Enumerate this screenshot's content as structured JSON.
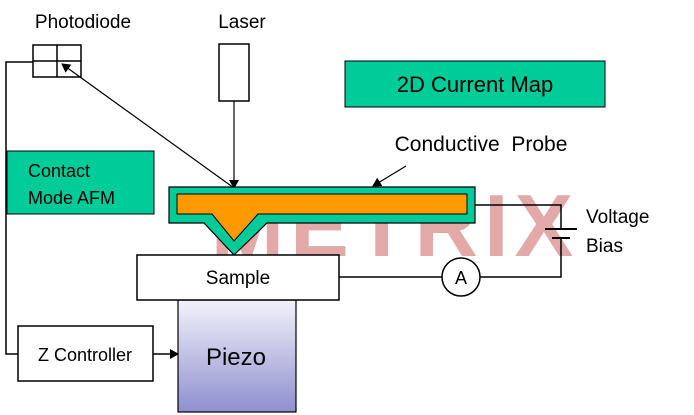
{
  "labels": {
    "photodiode": "Photodiode",
    "laser": "Laser",
    "current_map": "2D Current Map",
    "conductive_probe": "Conductive  Probe",
    "contact_mode_line1": "Contact",
    "contact_mode_line2": "Mode AFM",
    "voltage": "Voltage",
    "bias": "Bias",
    "sample": "Sample",
    "ammeter": "A",
    "z_controller": "Z Controller",
    "piezo": "Piezo"
  },
  "watermark": {
    "text": "METRIX",
    "color": "#d98c8c"
  },
  "colors": {
    "label_box_fill": "#00cc99",
    "probe_fill": "#ff9900",
    "piezo_top": "#f2f2fb",
    "piezo_bottom": "#8f8fcf"
  }
}
